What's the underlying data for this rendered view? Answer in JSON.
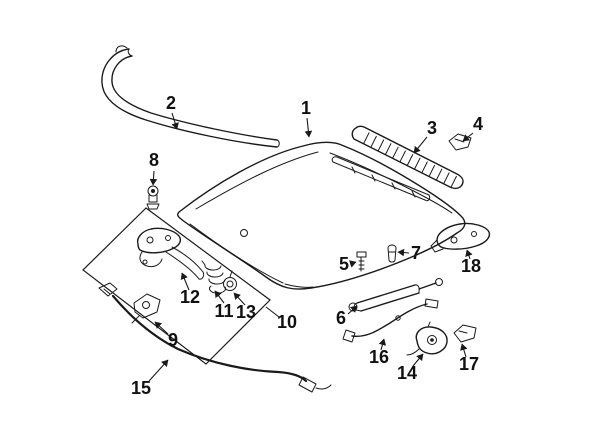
{
  "diagram": {
    "kind": "exploded-parts-diagram",
    "background_color": "#ffffff",
    "line_color": "#1a1a1a",
    "label_color": "#111111",
    "labels": {
      "part_1": "1",
      "part_2": "2",
      "part_3": "3",
      "part_4": "4",
      "part_5": "5",
      "part_6": "6",
      "part_7": "7",
      "part_8": "8",
      "part_9": "9",
      "part_10": "10",
      "part_11": "11",
      "part_12": "12",
      "part_13": "13",
      "part_14": "14",
      "part_15": "15",
      "part_16": "16",
      "part_17": "17",
      "part_18": "18"
    }
  }
}
